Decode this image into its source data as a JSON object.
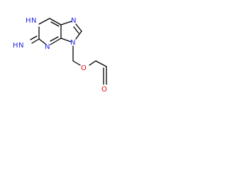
{
  "molecule": {
    "labels": {
      "n1h": "H",
      "n1n": "N",
      "n3": "N",
      "n7": "N",
      "n9": "N",
      "amine_h2": "H",
      "amine_n": "N",
      "ether_o": "O",
      "carbonyl_o": "O"
    },
    "colors": {
      "nitrogen": "#2323e6",
      "oxygen": "#e00000",
      "bond": "#000000"
    }
  }
}
